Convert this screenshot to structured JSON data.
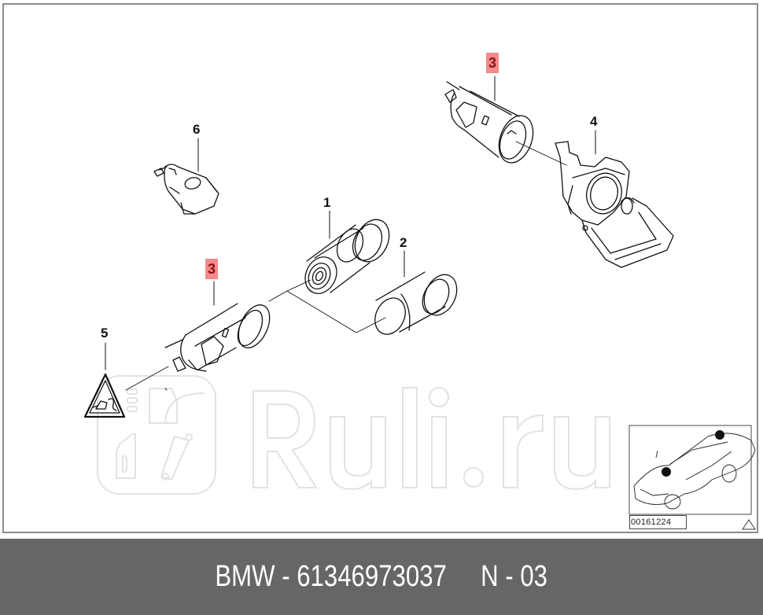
{
  "diagram": {
    "callouts": [
      {
        "id": "1",
        "label": "1",
        "highlighted": false
      },
      {
        "id": "2",
        "label": "2",
        "highlighted": false
      },
      {
        "id": "3a",
        "label": "3",
        "highlighted": true
      },
      {
        "id": "3b",
        "label": "3",
        "highlighted": true
      },
      {
        "id": "4",
        "label": "4",
        "highlighted": false
      },
      {
        "id": "5",
        "label": "5",
        "highlighted": false
      },
      {
        "id": "6",
        "label": "6",
        "highlighted": false
      }
    ],
    "parts": [
      {
        "callout": "1",
        "name": "cigarette-lighter-insert"
      },
      {
        "callout": "2",
        "name": "socket-cover-plug"
      },
      {
        "callout": "3",
        "name": "lighter-socket"
      },
      {
        "callout": "4",
        "name": "socket-holder-with-flap"
      },
      {
        "callout": "5",
        "name": "warning-label-triangle"
      },
      {
        "callout": "6",
        "name": "bulb-holder"
      }
    ],
    "inset": {
      "code": "00161224",
      "location_markers": 2
    },
    "highlight_color": "#f58a8a"
  },
  "watermark": {
    "text": "Ruli.ru"
  },
  "footer": {
    "brand": "BMW",
    "part_number": "61346973037",
    "position": "N - 03",
    "text": "BMW - 61346973037     N - 03",
    "background": "#666666"
  }
}
